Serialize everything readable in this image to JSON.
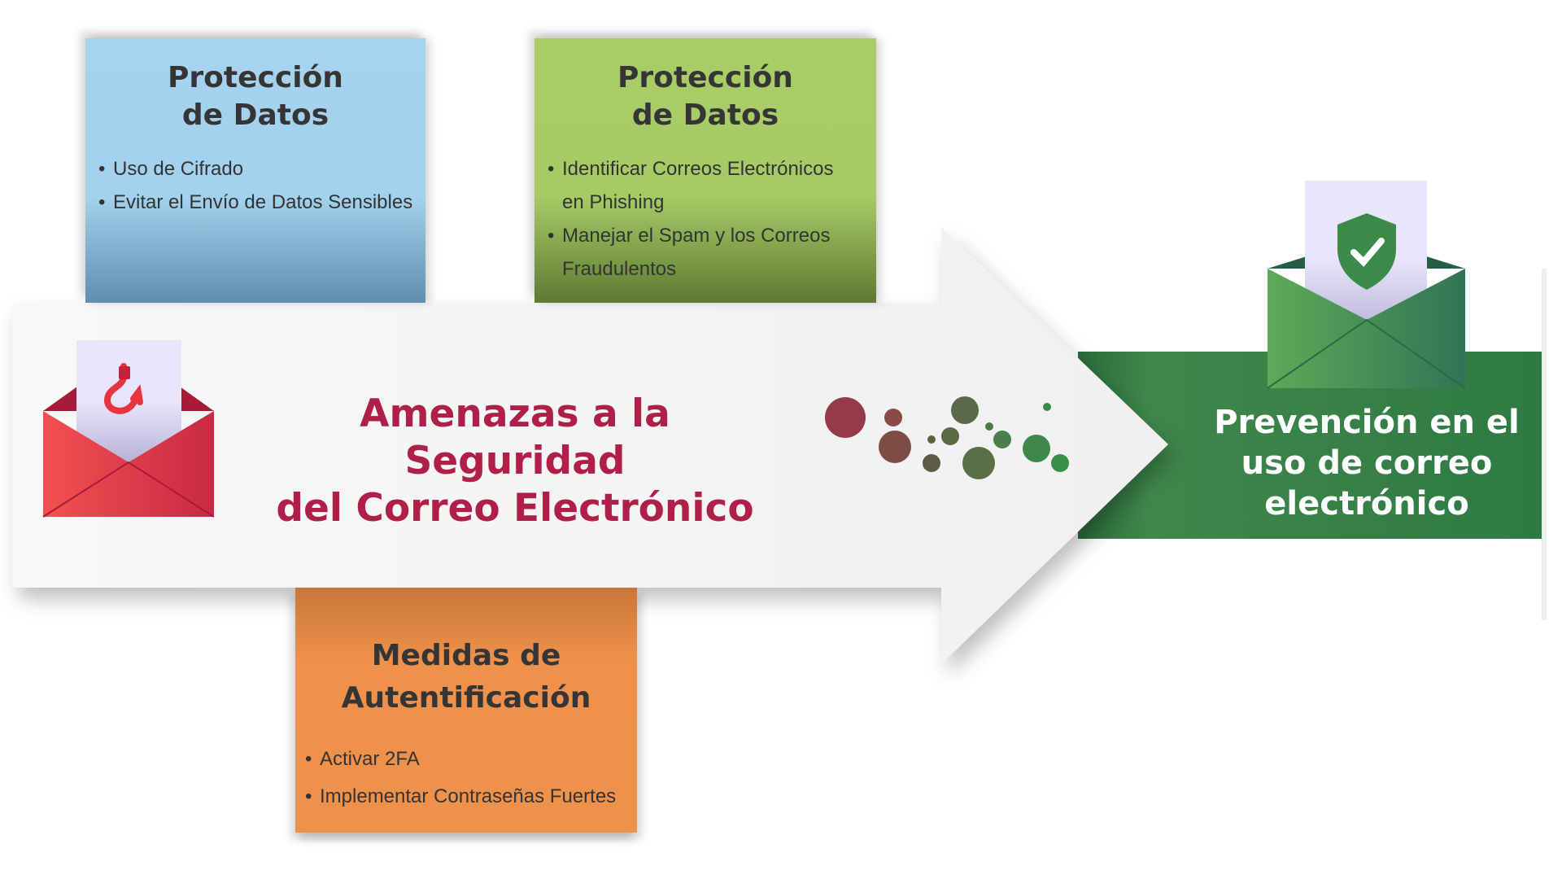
{
  "main_title": {
    "line1": "Amenazas a la Seguridad",
    "line2": "del Correo Electrónico"
  },
  "result": {
    "line1": "Prevención en el",
    "line2": "uso de correo",
    "line3": "electrónico"
  },
  "boxes": [
    {
      "title1": "Protección",
      "title2": "de Datos",
      "items": [
        "Uso de Cifrado",
        "Evitar el Envío de Datos Sensibles"
      ],
      "color": "#a6d3ef"
    },
    {
      "title1": "Protección",
      "title2": "de Datos",
      "items": [
        "Identificar Correos Electrónicos",
        "en Phishing",
        "Manejar el Spam y los Correos",
        "Fraudulentos"
      ],
      "color": "#a9cd68"
    },
    {
      "title1": "Medidas de",
      "title2": "Autentificación",
      "items": [
        "Activar 2FA",
        "Implementar Contraseñas Fuertes"
      ],
      "color": "#ee914b"
    }
  ],
  "icons": {
    "left": "phishing-hook-envelope-icon",
    "right": "shield-check-envelope-icon"
  },
  "colors": {
    "accent_red": "#b01e4a",
    "accent_green": "#2f7a45"
  }
}
